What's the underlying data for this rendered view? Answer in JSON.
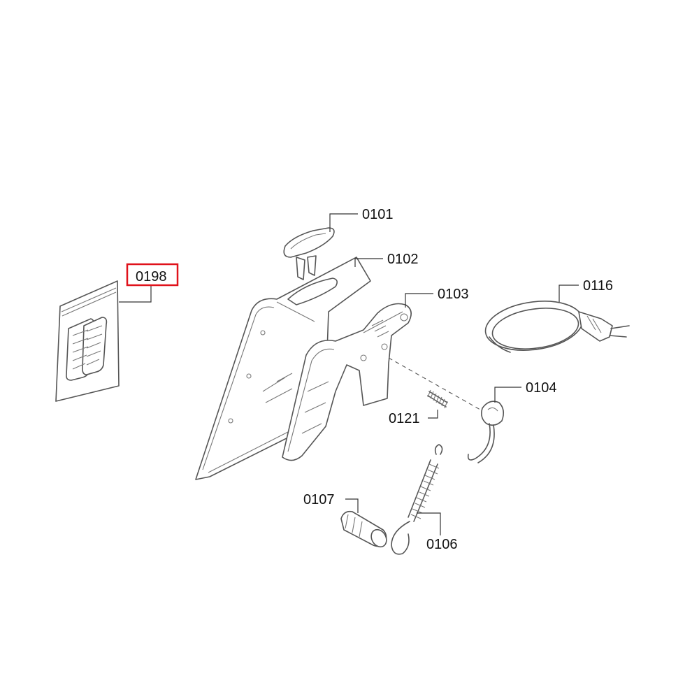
{
  "parts": [
    {
      "id": "p0198",
      "label": "0198",
      "highlighted": true
    },
    {
      "id": "p0101",
      "label": "0101",
      "highlighted": false
    },
    {
      "id": "p0102",
      "label": "0102",
      "highlighted": false
    },
    {
      "id": "p0103",
      "label": "0103",
      "highlighted": false
    },
    {
      "id": "p0116",
      "label": "0116",
      "highlighted": false
    },
    {
      "id": "p0104",
      "label": "0104",
      "highlighted": false
    },
    {
      "id": "p0121",
      "label": "0121",
      "highlighted": false
    },
    {
      "id": "p0107",
      "label": "0107",
      "highlighted": false
    },
    {
      "id": "p0106",
      "label": "0106",
      "highlighted": false
    }
  ],
  "colors": {
    "highlight": "#e0121b",
    "line": "#555555",
    "text": "#111111"
  }
}
